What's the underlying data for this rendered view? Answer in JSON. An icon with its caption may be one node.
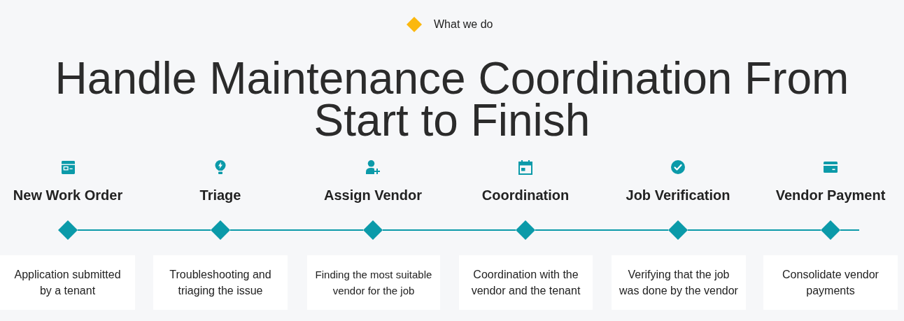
{
  "diagram": {
    "title": "Handle Maintenance Coordination From Start to Finish",
    "nodes": [
      {
        "text": [],
        "shape": "diamond",
        "beside": [
          "New Work Order"
        ]
      },
      {
        "text": [],
        "shape": "diamond",
        "beside": [
          "Triage"
        ]
      },
      {
        "text": [],
        "shape": "diamond",
        "beside": [
          "Assign Vendor"
        ]
      },
      {
        "text": [],
        "shape": "diamond",
        "beside": [
          "Coordination"
        ]
      },
      {
        "text": [],
        "shape": "diamond",
        "beside": [
          "Job Verification"
        ]
      },
      {
        "text": [],
        "shape": "diamond",
        "beside": [
          "Vendor Payment"
        ]
      },
      {
        "text": [
          "Application submitted by a tenant"
        ]
      },
      {
        "text": [
          "Troubleshooting and triaging the issue"
        ]
      },
      {
        "text": [
          "Finding the most suitable vendor for the job"
        ]
      },
      {
        "text": [
          "Coordination with the vendor and the tenant"
        ]
      },
      {
        "text": [
          "Verifying that the job was done by the vendor"
        ]
      },
      {
        "text": [
          "Consolidate vendor payments"
        ]
      }
    ],
    "edges": [
      {
        "from": 0,
        "to": 1,
        "arrow": "none"
      },
      {
        "from": 1,
        "to": 2,
        "arrow": "none"
      },
      {
        "from": 2,
        "to": 3,
        "arrow": "none"
      },
      {
        "from": 3,
        "to": 4,
        "arrow": "none"
      },
      {
        "from": 4,
        "to": 5,
        "arrow": "none"
      },
      {
        "from": 5,
        "to": null,
        "arrow": "none"
      }
    ],
    "labels": [
      "What we do"
    ]
  }
}
